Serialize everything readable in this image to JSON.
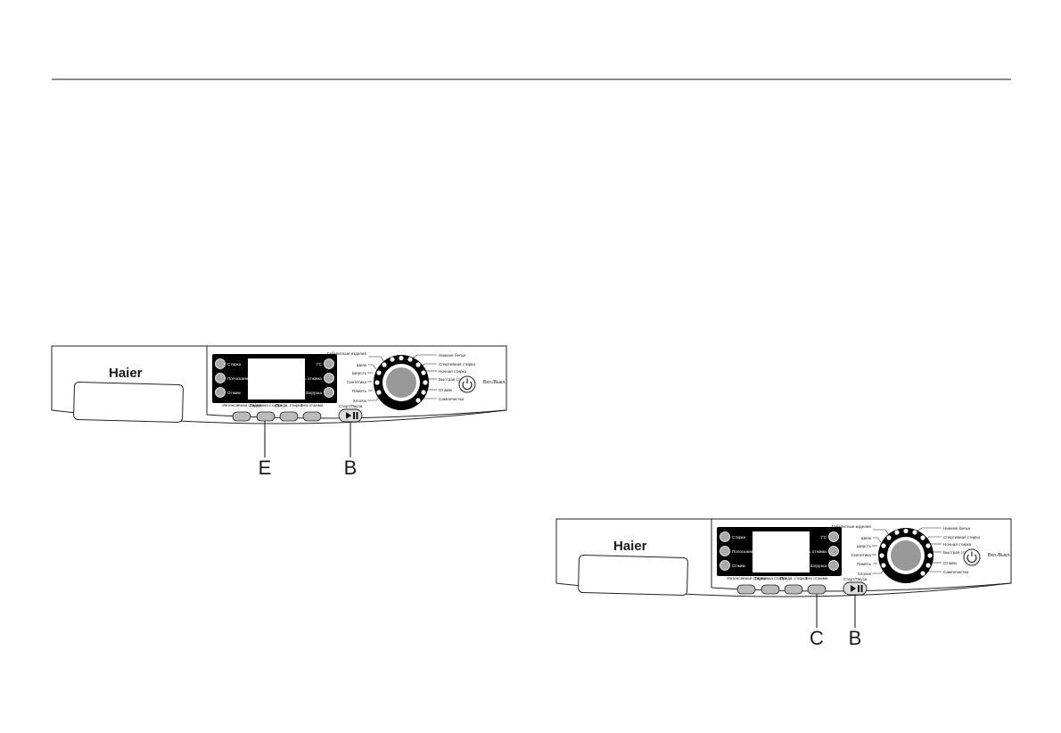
{
  "panels": [
    {
      "brand": "Haier",
      "left_buttons": [
        "Стирка",
        "Полоскание",
        "Отжим"
      ],
      "right_buttons": [
        "t°C",
        "Скорость отжима",
        "Загрузка"
      ],
      "bottom_buttons": [
        "Интенсивная стирка",
        "Задержка старта",
        "Предв. стирка",
        "Без отжима"
      ],
      "start_pause_label": "Старт/Пауза",
      "programs_left": [
        "Габаритные изделия",
        "Шелк",
        "Шерсть",
        "Синтетика",
        "Память",
        "Хлопок"
      ],
      "programs_right": [
        "Нижнее белье",
        "Спортивная стирка",
        "Ночная стирка",
        "Быстрая стирка",
        "Отжим",
        "Самоочистка"
      ],
      "power_label": "Вкл./Выкл.",
      "callouts": [
        "E",
        "B"
      ]
    },
    {
      "brand": "Haier",
      "left_buttons": [
        "Стирка",
        "Полоскание",
        "Отжим"
      ],
      "right_buttons": [
        "t°C",
        "Скорость отжима",
        "Загрузка"
      ],
      "bottom_buttons": [
        "Интенсивная стирка",
        "Задержка старта",
        "Предв. стирка",
        "Без отжима"
      ],
      "start_pause_label": "Старт/Пауза",
      "programs_left": [
        "Габаритные изделия",
        "Шелк",
        "Шерсть",
        "Синтетика",
        "Память",
        "Хлопок"
      ],
      "programs_right": [
        "Нижнее белье",
        "Спортивная стирка",
        "Ночная стирка",
        "Быстрая стирка",
        "Отжим",
        "Самоочистка"
      ],
      "power_label": "Вкл./Выкл.",
      "callouts": [
        "C",
        "B"
      ]
    }
  ]
}
